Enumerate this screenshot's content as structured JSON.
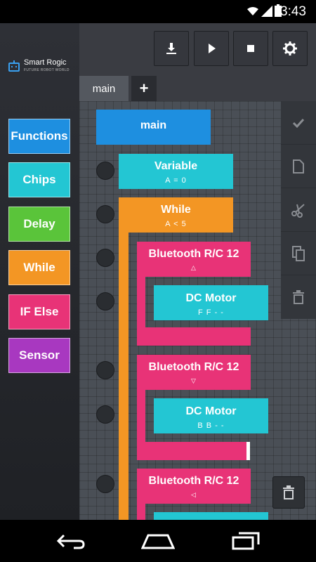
{
  "status": {
    "time": "3:43"
  },
  "app": {
    "name": "Smart Rogic",
    "tagline": "FUTURE ROBOT WORLD"
  },
  "tabs": {
    "main": "main",
    "add": "+"
  },
  "palette": [
    {
      "label": "Functions",
      "color": "#1e8fe0"
    },
    {
      "label": "Chips",
      "color": "#23c6d3"
    },
    {
      "label": "Delay",
      "color": "#5ac43a"
    },
    {
      "label": "While",
      "color": "#f39624"
    },
    {
      "label": "IF Else",
      "color": "#e83377"
    },
    {
      "label": "Sensor",
      "color": "#a838c0"
    }
  ],
  "blocks": {
    "main": {
      "title": "main"
    },
    "variable": {
      "title": "Variable",
      "sub": "A = 0"
    },
    "while": {
      "title": "While",
      "sub": "A < 5"
    },
    "bt1": {
      "title": "Bluetooth R/C 12",
      "sub": "△"
    },
    "motor1": {
      "title": "DC Motor",
      "sub": "F  F  -  -"
    },
    "bt2": {
      "title": "Bluetooth R/C 12",
      "sub": "▽"
    },
    "motor2": {
      "title": "DC Motor",
      "sub": "B  B  -  -"
    },
    "bt3": {
      "title": "Bluetooth R/C 12",
      "sub": "◁"
    }
  },
  "icons": {
    "download": "download-icon",
    "play": "play-icon",
    "stop": "stop-icon",
    "settings": "gear-icon",
    "check": "check-icon",
    "file": "file-icon",
    "cut": "scissors-icon",
    "copy": "copy-icon",
    "delete": "trash-icon"
  }
}
